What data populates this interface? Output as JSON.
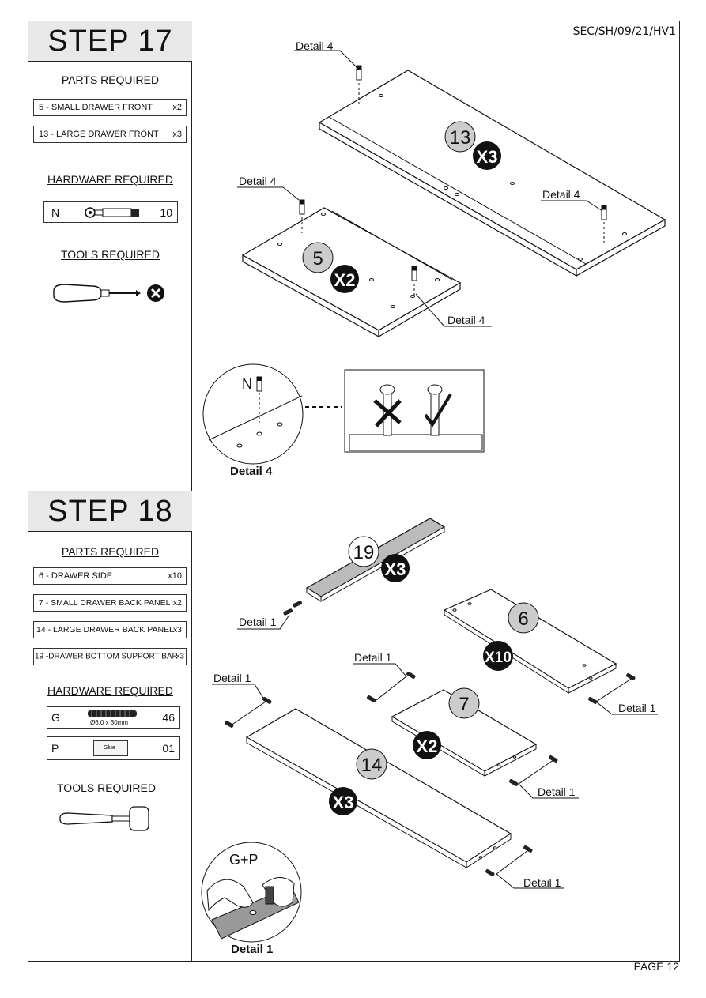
{
  "doc_ref": "SEC/SH/09/21/HV1",
  "page_label": "PAGE 12",
  "step17": {
    "title": "STEP 17",
    "parts_title": "PARTS REQUIRED",
    "parts": [
      {
        "name": "5 - SMALL DRAWER FRONT",
        "qty": "x2"
      },
      {
        "name": "13 - LARGE DRAWER FRONT",
        "qty": "x3"
      }
    ],
    "hardware_title": "HARDWARE REQUIRED",
    "hardware": [
      {
        "code": "N",
        "qty": "10"
      }
    ],
    "tools_title": "TOOLS REQUIRED",
    "diagram": {
      "detail_label": "Detail 4",
      "part13_num": "13",
      "part13_mult": "X3",
      "part5_num": "5",
      "part5_mult": "X2",
      "inset_code": "N",
      "inset_caption": "Detail 4"
    }
  },
  "step18": {
    "title": "STEP 18",
    "parts_title": "PARTS REQUIRED",
    "parts": [
      {
        "name": "6 - DRAWER SIDE",
        "qty": "x10"
      },
      {
        "name": "7 - SMALL DRAWER BACK PANEL",
        "qty": "x2"
      },
      {
        "name": "14 - LARGE DRAWER BACK PANEL",
        "qty": "x3"
      },
      {
        "name": "19 -DRAWER BOTTOM SUPPORT BAR",
        "qty": "x3"
      }
    ],
    "hardware_title": "HARDWARE REQUIRED",
    "hardware": [
      {
        "code": "G",
        "spec": "Ø6,0 x 30mm",
        "qty": "46"
      },
      {
        "code": "P",
        "spec": "Glue",
        "qty": "01"
      }
    ],
    "tools_title": "TOOLS REQUIRED",
    "diagram": {
      "detail_label": "Detail 1",
      "part19_num": "19",
      "part19_mult": "X3",
      "part6_num": "6",
      "part6_mult": "X10",
      "part7_num": "7",
      "part7_mult": "X2",
      "part14_num": "14",
      "part14_mult": "X3",
      "inset_code": "G+P",
      "inset_caption": "Detail 1"
    }
  }
}
